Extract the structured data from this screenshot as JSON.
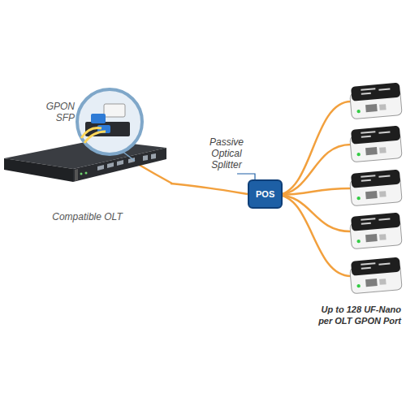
{
  "diagram": {
    "nodes": [
      {
        "text": [
          "Compatible OLT"
        ]
      },
      {
        "text": [
          "POS"
        ]
      }
    ],
    "edges": [
      {
        "from": 0,
        "to": 1,
        "arrow": "none"
      }
    ],
    "labels": [
      "GPON SFP",
      "Passive Optical Splitter",
      "Up to 128 UF-Nano per OLT GPON Port"
    ]
  }
}
